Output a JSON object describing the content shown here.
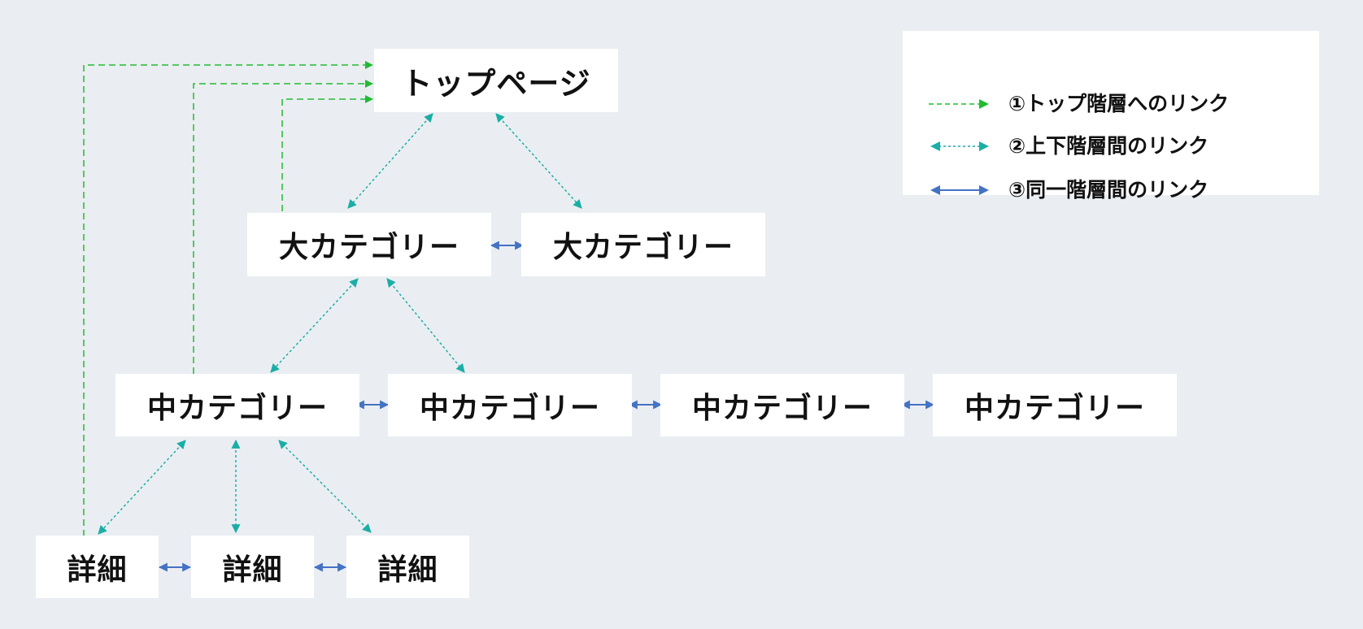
{
  "colors": {
    "background": "#eaeef2",
    "node_fill": "#ffffff",
    "top_link": "#22bb33",
    "vertical_link": "#1aaea6",
    "same_level_link": "#4472c4"
  },
  "nodes": {
    "top": "トップページ",
    "large": [
      "大カテゴリー",
      "大カテゴリー"
    ],
    "medium": [
      "中カテゴリー",
      "中カテゴリー",
      "中カテゴリー",
      "中カテゴリー"
    ],
    "detail": [
      "詳細",
      "詳細",
      "詳細"
    ]
  },
  "legend": {
    "items": [
      {
        "label": "①トップ階層へのリンク",
        "style": "dashed-arrow",
        "color": "#22bb33"
      },
      {
        "label": "②上下階層間のリンク",
        "style": "dotted-double-arrow",
        "color": "#1aaea6"
      },
      {
        "label": "③同一階層間のリンク",
        "style": "solid-double-arrow",
        "color": "#4472c4"
      }
    ]
  }
}
